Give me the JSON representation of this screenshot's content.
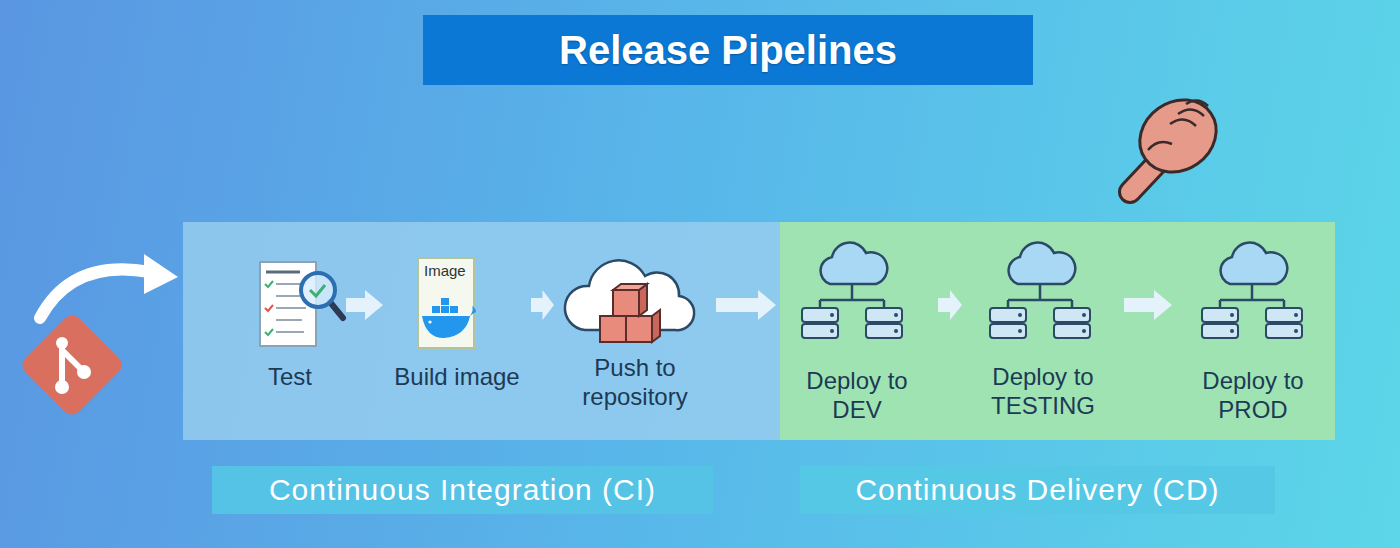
{
  "diagram": {
    "title": "Release Pipelines",
    "nodes": [
      {
        "text": [
          "Continuous Integration (CI)"
        ]
      },
      {
        "text": [
          "Test"
        ],
        "in": 0
      },
      {
        "text": [
          "Build image"
        ],
        "in": 0
      },
      {
        "text": [
          "Push to repository"
        ],
        "in": 0
      },
      {
        "text": [
          "Continuous Delivery (CD)"
        ]
      },
      {
        "text": [
          "Deploy to DEV"
        ],
        "in": 4
      },
      {
        "text": [
          "Deploy to TESTING"
        ],
        "in": 4
      },
      {
        "text": [
          "Deploy to PROD"
        ],
        "in": 4
      }
    ],
    "edges": [
      {
        "from": 1,
        "to": 2,
        "arrow": "to"
      },
      {
        "from": 2,
        "to": 3,
        "arrow": "to"
      },
      {
        "from": 3,
        "to": 5,
        "arrow": "to"
      },
      {
        "from": 5,
        "to": 6,
        "arrow": "to"
      },
      {
        "from": 6,
        "to": 7,
        "arrow": "to"
      }
    ],
    "labels": [
      "Image"
    ]
  }
}
